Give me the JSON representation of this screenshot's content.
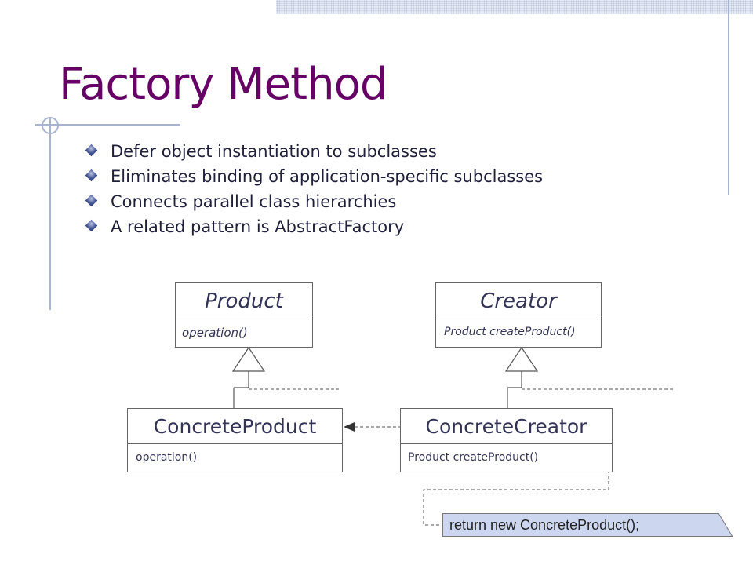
{
  "slide": {
    "title": "Factory Method",
    "bullets": [
      "Defer object instantiation to subclasses",
      "Eliminates binding of application-specific subclasses",
      "Connects parallel class hierarchies",
      "A related pattern is AbstractFactory"
    ]
  },
  "diagram": {
    "product": {
      "name": "Product",
      "operation": "operation()"
    },
    "creator": {
      "name": "Creator",
      "operation": "Product createProduct()"
    },
    "concrete_product": {
      "name": "ConcreteProduct",
      "operation": "operation()"
    },
    "concrete_creator": {
      "name": "ConcreteCreator",
      "operation": "Product createProduct()"
    },
    "note": "return new ConcreteProduct();"
  },
  "colors": {
    "title": "#660066",
    "bullet": "#4a5a9a",
    "note_fill": "#ccd6ee",
    "decoration": "#a8b4cf"
  }
}
